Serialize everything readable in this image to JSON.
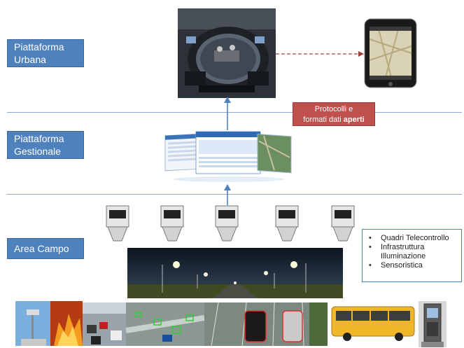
{
  "layers": {
    "urbana": "Piattaforma Urbana",
    "gestionale": "Piattaforma Gestionale",
    "campo": "Area Campo"
  },
  "callout": {
    "line1": "Protocolli e",
    "line2_prefix": "formati dati ",
    "line2_bold": "aperti"
  },
  "field_items": [
    "Quadri Telecontrollo",
    "Infrastruttura Illuminazione",
    "Sensoristica"
  ],
  "colors": {
    "layer_box": "#4f81bd",
    "callout": "#c0504d",
    "divider": "#8ea9cf",
    "arrow": "#4f81bd",
    "dashed_arrow": "#a0403a"
  },
  "icons": [
    "control-room-photo",
    "smartphone-map",
    "software-screens",
    "field-cabinet",
    "street-lighting-photo",
    "sensor-photo",
    "fire-photo",
    "traffic-photo",
    "cctv-photo",
    "parking-photo",
    "bus-photo",
    "kiosk-photo"
  ]
}
